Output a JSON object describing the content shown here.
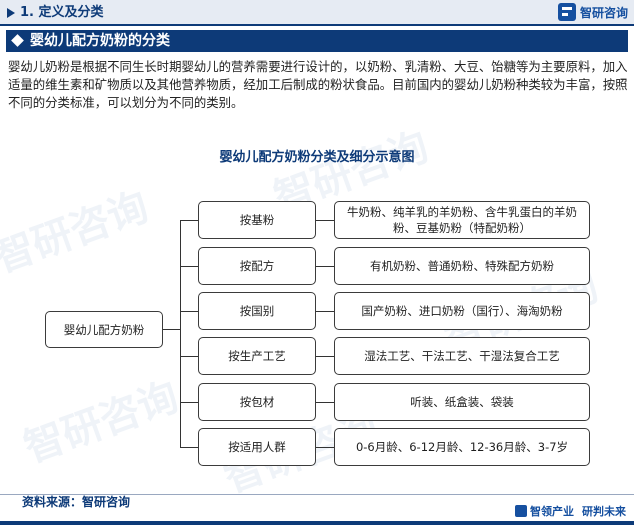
{
  "header": {
    "section_title": "1. 定义及分类",
    "brand_name": "智研咨询"
  },
  "sub_title": "婴幼儿配方奶粉的分类",
  "intro_text": "婴幼儿奶粉是根据不同生长时期婴幼儿的营养需要进行设计的，以奶粉、乳清粉、大豆、饴糖等为主要原料，加入适量的维生素和矿物质以及其他营养物质，经加工后制成的粉状食品。目前国内的婴幼儿奶粉种类较为丰富，按照不同的分类标准，可以划分为不同的类别。",
  "diagram": {
    "title": "婴幼儿配方奶粉分类及细分示意图",
    "root": "婴幼儿配方奶粉",
    "categories": [
      {
        "label": "按基粉",
        "detail": "牛奶粉、纯羊乳的羊奶粉、含牛乳蛋白的羊奶粉、豆基奶粉（特配奶粉）"
      },
      {
        "label": "按配方",
        "detail": "有机奶粉、普通奶粉、特殊配方奶粉"
      },
      {
        "label": "按国别",
        "detail": "国产奶粉、进口奶粉（国行）、海淘奶粉"
      },
      {
        "label": "按生产工艺",
        "detail": "湿法工艺、干法工艺、干湿法复合工艺"
      },
      {
        "label": "按包材",
        "detail": "听装、纸盒装、袋装"
      },
      {
        "label": "按适用人群",
        "detail": "0-6月龄、6-12月龄、12-36月龄、3-7岁"
      }
    ]
  },
  "footer": {
    "source": "资料来源：智研咨询",
    "brand_left": "智领产业",
    "brand_right": "研判未来"
  },
  "colors": {
    "primary": "#0d3a78",
    "accent": "#1650a0"
  }
}
